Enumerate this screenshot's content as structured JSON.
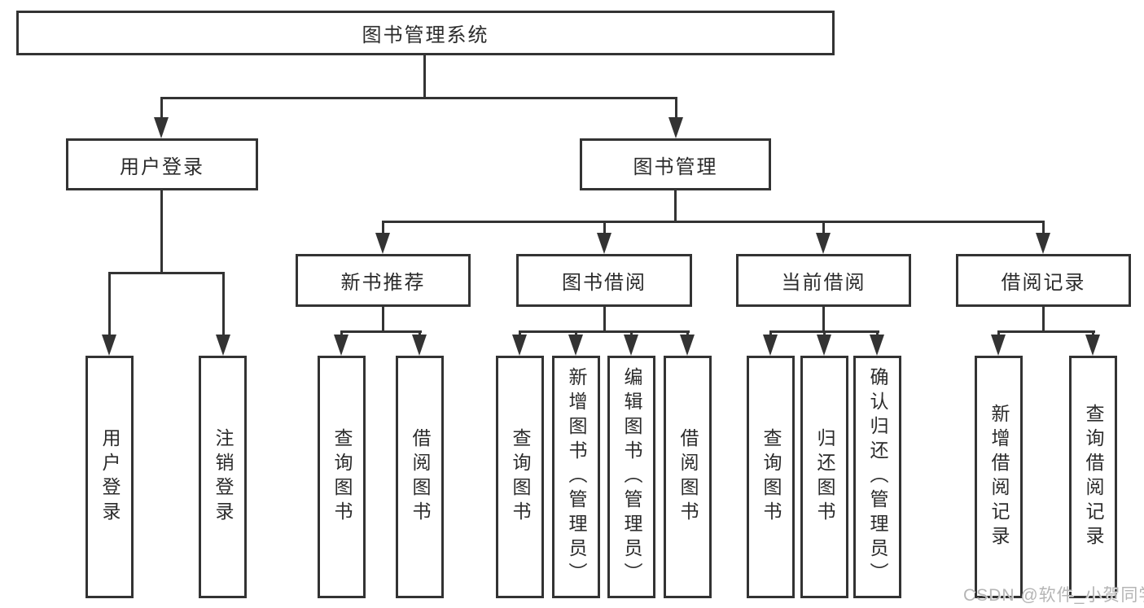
{
  "diagram": {
    "title": "图书管理系统",
    "level2": {
      "user_login": "用户登录",
      "book_mgmt": "图书管理"
    },
    "level3": {
      "new_books": "新书推荐",
      "book_borrow": "图书借阅",
      "current_borrow": "当前借阅",
      "borrow_records": "借阅记录"
    },
    "leaves": {
      "user_login": [
        "用户登录",
        "注销登录"
      ],
      "new_books": [
        "查询图书",
        "借阅图书"
      ],
      "book_borrow": [
        "查询图书",
        "新增图书（管理员）",
        "编辑图书（管理员）",
        "借阅图书"
      ],
      "current_borrow": [
        "查询图书",
        "归还图书",
        "确认归还（管理员）"
      ],
      "borrow_records": [
        "新增借阅记录",
        "查询借阅记录"
      ]
    }
  },
  "watermark": "CSDN @软件_小贺同学",
  "colors": {
    "line": "#333333",
    "text": "#2b2b2b",
    "background": "#ffffff",
    "watermark": "#b5b5b5"
  }
}
